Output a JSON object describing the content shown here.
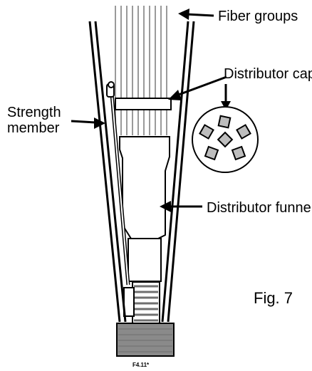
{
  "labels": {
    "fiber_groups": "Fiber groups",
    "distributor_cap": "Distributor cap",
    "strength_member_line1": "Strength",
    "strength_member_line2": "member",
    "distributor_funnel": "Distributor funnel",
    "figure_caption": "Fig. 7",
    "figure_code": "F4.11*"
  },
  "colors": {
    "line": "#000000",
    "fiber": "#9a9a9a",
    "funnel_fill": "#ffffff",
    "base_fill": "#8a8a8a",
    "hole_fill": "#bdbdbd",
    "stripe": "#6f6f6f"
  }
}
